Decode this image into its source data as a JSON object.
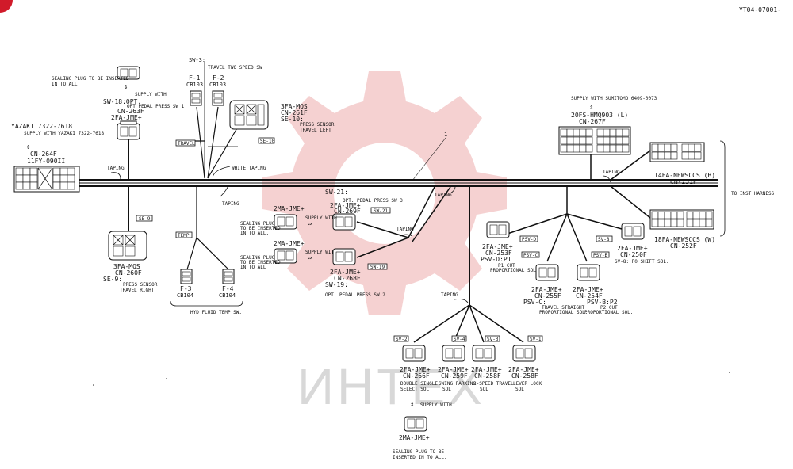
{
  "colors": {
    "watermark": "#e89a9a",
    "corner": "#d11a2a",
    "ink": "#111111",
    "watermark_text": "#c8c8c8"
  },
  "header": {
    "doc_id": "YT04-07001-"
  },
  "watermark": {
    "text": "ИНТЕХ"
  },
  "left": {
    "sealing_top": "SEALING PLUG TO BE INSERTED",
    "sealing_top2": "IN TO ALL",
    "supply_with": "SUPPLY WITH",
    "sw18": "SW-18:OPT.",
    "sw18b": "OPT PEDAL PRESS SW 1",
    "cn263f": "CN-263F",
    "jm2": "2FA-JME+",
    "yazaki": "YAZAKI 7322-7618",
    "yazaki_supply": "SUPPLY WITH YAZAKI 7322-7618",
    "cn264f": "CN-264F",
    "fy": "11FY-090II",
    "taping1": "TAPING",
    "sw9": "SE-9",
    "mqs_left": "3FA-MQS",
    "cn260f": "CN-260F",
    "se9": "SE-9:",
    "press_sensor_right": "PRESS SENSOR",
    "travel_right": "TRAVEL RIGHT"
  },
  "top_center": {
    "sw3": "SW-3:",
    "travel_two_speed": "TRAVEL TWO SPEED SW",
    "f1": "F-1",
    "f2": "F-2",
    "cb103a": "CB103",
    "cb103b": "CB103",
    "travel_tag": "TRAVEL",
    "white_taping": "WHITE TAPING",
    "taping2": "TAPING",
    "mqs_top": "3FA-MQS",
    "cn261f": "CN-261F",
    "se10": "SE-10:",
    "press_sensor_left": "PRESS SENSOR",
    "travel_left": "TRAVEL LEFT",
    "se10_tag": "SE-10",
    "temp_tag": "TEMP",
    "f3": "F-3",
    "f4": "F-4",
    "cb104a": "CB104",
    "cb104b": "CB104",
    "hyd_temp": "HYD FLUID TEMP SW."
  },
  "middle": {
    "sw21": "SW-21:",
    "opt_pedal3": "OPT. PEDAL PRESS SW 3",
    "jm2_a": "2FA-JME+",
    "cn269f": "CN-269F",
    "ma_a": "2MA-JME+",
    "sealing_a1": "SEALING PLUG",
    "sealing_a2": "TO BE INSERTED",
    "sealing_a3": "IN TO ALL.",
    "supply_a": "SUPPLY WITH",
    "sw21_tag": "SW-21",
    "ma_b": "2MA-JME+",
    "sealing_b1": "SEALING PLUG",
    "sealing_b2": "TO BE INSERTED",
    "sealing_b3": "IN TO ALL",
    "supply_b": "SUPPLY WITH",
    "sw19_tag": "SW-19",
    "jm2_b": "2FA-JME+",
    "cn268f": "CN-268F",
    "sw19": "SW-19:",
    "opt_pedal2": "OPT. PEDAL PRESS SW 2",
    "taping3": "TAPING",
    "taping4": "TAPING",
    "taping5": "TAPING",
    "wire_no": "1"
  },
  "right": {
    "supply_sumitomo": "SUPPLY WITH SUMITOMO 6409-0073",
    "cn267f_code": "20FS-HMQ903 (L)",
    "cn267f": "CN-267F",
    "taping6": "TAPING",
    "newsccs14": "14FA-NEWSCCS (B)",
    "cn251f": "CN-251F",
    "to_inst": "TO INST HARNESS",
    "newsccs18": "18FA-NEWSCCS (W)",
    "cn252f": "CN-252F",
    "psv_d_tag": "PSV-D",
    "psv_c_tag": "PSV-C",
    "psv_b_tag": "PSV-B",
    "sv8_tag": "SV-8",
    "jm2_253": "2FA-JME+",
    "cn253f": "CN-253F",
    "psvd": "PSV-D:P1",
    "p1cut": "P1 CUT",
    "prop_sol": "PROPORTIONAL SOL.",
    "jm2_255": "2FA-JME+",
    "cn255f": "CN-255F",
    "psvc": "PSV-C:",
    "travel_straight": "TRAVEL STRAIGHT",
    "prop_sol2": "PROPORTIONAL SOL.",
    "jm2_254": "2FA-JME+",
    "cn254f": "CN-254F",
    "psvb": "PSV-B:P2",
    "p2cut": "P2 CUT",
    "prop_sol3": "PROPORTIONAL SOL.",
    "jm2_250": "2FA-JME+",
    "cn250f": "CN-250F",
    "sv8": "SV-8: P0 SHIFT SOL."
  },
  "bottom": {
    "sv2_tag": "SV-2",
    "sv4_tag": "SV-4",
    "sv3_tag": "SV-3",
    "sv1_tag": "SV-1",
    "jm_266": "2FA-JME+",
    "cn266f": "CN-266F",
    "double_single": "DOUBLE SINGLE",
    "select_sol": "SELECT SOL",
    "jm_259": "2FA-JME+",
    "cn259f": "CN-259F",
    "swing_parking": "SWING PARKING",
    "sol1": "SOL",
    "jm_258a": "2FA-JME+",
    "cn258f_a": "CN-258F",
    "two_speed": "2-SPEED TRAVEL",
    "sol2": "SOL",
    "jm_258b": "2FA-JME+",
    "cn258f_b": "CN-258F",
    "lever_lock": "LEVER LOCK",
    "sol3": "SOL",
    "supply_with": "SUPPLY WITH",
    "ma_bottom": "2MA-JME+",
    "sealing_bottom1": "SEALING PLUG TO BE",
    "sealing_bottom2": "INSERTED IN TO ALL."
  }
}
